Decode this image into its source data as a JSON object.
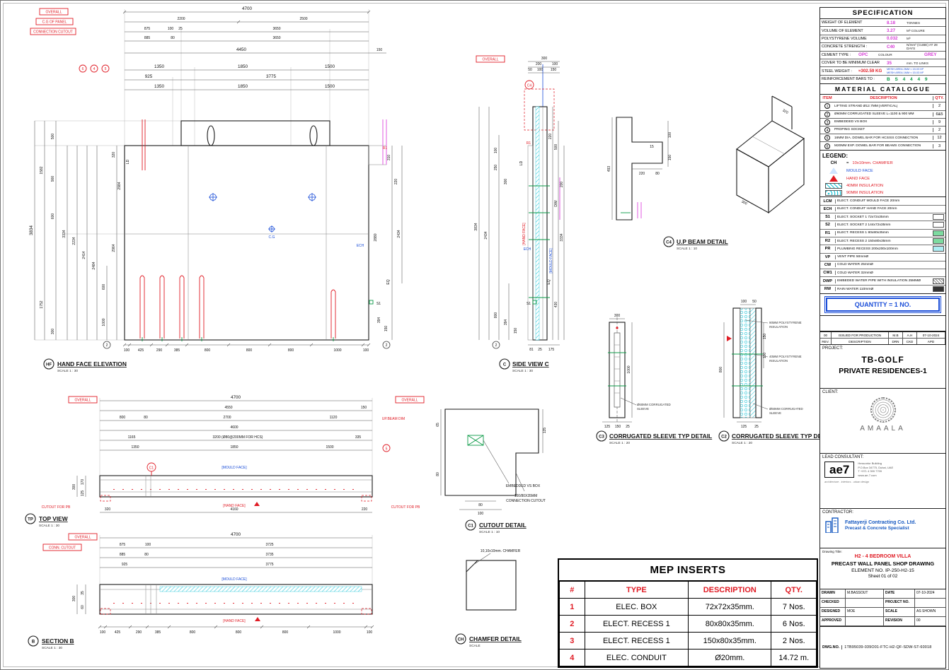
{
  "v": {
    "hf": {
      "tag": "HF",
      "title": "HAND FACE ELEVATION",
      "scale": "SCALE 1 : 30",
      "overall": "OVERALL",
      "cg_panel": "C.G OF PANEL",
      "conn": "CONNECTION CUTOUT",
      "top": [
        "4700",
        "2200",
        "2500",
        "875",
        "100",
        "25",
        "3650",
        "885",
        "80",
        "3650",
        "4450",
        "150",
        "1350",
        "1850",
        "1500",
        "925",
        "3775",
        "1350",
        "1850",
        "1500"
      ],
      "left": [
        "3834",
        "1582",
        "1752",
        "500",
        "900",
        "600",
        "3334",
        "2234",
        "2414",
        "2484",
        "600",
        "1000",
        "2964",
        "2984",
        "300",
        "320"
      ],
      "right": [
        "310",
        "220",
        "2434",
        "2880",
        "394",
        "150"
      ],
      "bottom": [
        "100",
        "425",
        "290",
        "385",
        "800",
        "800",
        "800",
        "1000",
        "100"
      ],
      "lbl": {
        "cg": "C.G",
        "ld": "LD",
        "r1": "R1",
        "ech": "ECH",
        "s1": "S1",
        "eq": "EQ"
      },
      "mk": [
        "6",
        "4",
        "5",
        "2",
        "2"
      ]
    },
    "c": {
      "tag": "C",
      "title": "SIDE VIEW C",
      "scale": "SCALE 1 : 30",
      "overall": "OVERALL",
      "marker": "C4",
      "top": [
        "300",
        "200",
        "100",
        "50",
        "100",
        "150"
      ],
      "left": [
        "3834",
        "2434",
        "100",
        "250",
        "300",
        "800",
        "394",
        "150"
      ],
      "right": [
        "220",
        "500",
        "DIM",
        "3334",
        "430",
        "200"
      ],
      "bottom": [
        "81",
        "25",
        "175"
      ],
      "hand": "[HAND FACE]",
      "mould": "[MOULD FACE]",
      "lbl": {
        "r1": "R1",
        "ech": "ECH",
        "s1": "S1",
        "ld": "LD",
        "eq": "EQ"
      },
      "mk": "2"
    },
    "c4": {
      "tag": "C4",
      "title": "U.P BEAM DETAIL",
      "scale": "SCALE 1 : 10",
      "dims": [
        "493",
        "220",
        "80",
        "15",
        "100",
        "150",
        "320",
        "300"
      ]
    },
    "c3": {
      "tag": "C3",
      "title": "CORRUGATED SLEEVE TYP DETAIL",
      "scale": "SCALE 1 : 20",
      "dims": [
        "300",
        "1000",
        "125",
        "150",
        "25"
      ],
      "label_a": "Ø60MM CORRUGATED",
      "label_b": "SLEEVE"
    },
    "c2": {
      "tag": "C2",
      "title": "CORRUGATED SLEEVE TYP DETAIL",
      "scale": "SCALE 1 : 20",
      "dims": [
        "100",
        "50",
        "800",
        "150",
        "100",
        "125",
        "25"
      ],
      "l90a": "90MM POLYSTYRENE",
      "l90b": "INSULATION",
      "l40a": "40MM POLYSTYRENE",
      "l40b": "INSULATION",
      "lsla": "Ø60MM CORRUGATED",
      "lslb": "SLEEVE"
    },
    "tp": {
      "tag": "TP",
      "title": "TOP VIEW",
      "scale": "SCALE 1 : 30",
      "overall": "OVERALL",
      "upbeam": "UP.BEAM DIM",
      "top": [
        "4700",
        "4550",
        "150",
        "800",
        "80",
        "2700",
        "1120",
        "4600",
        "1165",
        "3200 (Ø80@200MM FOR HCS)",
        "335",
        "1350",
        "1850",
        "1500"
      ],
      "left": [
        "300",
        "170",
        "125"
      ],
      "bottom": [
        "320",
        "4160",
        "220"
      ],
      "hand": "[HAND FACE]",
      "mould": "[MOULD FACE]",
      "cutout": "CUTOUT FOR PB",
      "c1": "C1",
      "mk": "5"
    },
    "b": {
      "tag": "B",
      "title": "SECTION B",
      "scale": "SCALE 1 : 30",
      "overall": "OVERALL",
      "conn": "CONN. CUTOUT",
      "top": [
        "4700",
        "875",
        "100",
        "3725",
        "885",
        "80",
        "3735",
        "925",
        "3775"
      ],
      "left": [
        "300",
        "35",
        "60"
      ],
      "bottom": [
        "100",
        "425",
        "290",
        "385",
        "800",
        "800",
        "800",
        "1000",
        "100"
      ],
      "hand": "[HAND FACE]",
      "mould": "[MOULD FACE]"
    },
    "c1": {
      "tag": "C1",
      "title": "CUTOUT DETAIL",
      "scale": "SCALE 1 : 10",
      "dims": [
        "65",
        "80",
        "135",
        "80",
        "100"
      ],
      "box": "EMBEDDED VS BOX",
      "cut_a": "100/80X35MM",
      "cut_b": "CONNECTION CUTOUT"
    },
    "ch": {
      "tag": "CH",
      "title": "CHAMFER DETAIL",
      "scale": "SCALE",
      "label": "10,10x10mm. CHAMFER"
    }
  },
  "spec": {
    "title": "SPECIFICATION",
    "r1l": "WEIGHT OF ELEMENT",
    "r1v": "8.18",
    "r1u": "TONNES",
    "r2l": "VOLUME OF ELEMENT",
    "r2v": "3.27",
    "r2u": "M³  COLURE",
    "r3l": "POLYSTYRENE VOLUME",
    "r3v": "0.032",
    "r3u": "M³",
    "r4l": "CONCRETE STRENGTH :",
    "r4v": "C40",
    "r4u": "N/mm² (CUBE) AT 28 DAYS",
    "r5l": "CEMENT TYPE :",
    "r5v": "OPC",
    "r5l2": "COLOUR",
    "r5v2": "GREY",
    "r6l": "COVER TO BE MINIMUM CLEAR",
    "r6v": "35",
    "r6u": "mm. TO LINKS",
    "r7l": "STEEL WEIGHT :",
    "r7v": "≈302.59 KG",
    "r7a": "MESH AREA 2MM ≈ 15.03 M²",
    "r7b": "MESH AREA 1MM ≈ 15.03 M²",
    "r8l": "REINFORCEMENT BARS TO :",
    "r8v": "B S 4 4 4 9"
  },
  "material": {
    "title": "MATERIAL CATALOGUE",
    "h_item": "ITEM",
    "h_desc": "DESCRIPTION",
    "h_qty": "QTY.",
    "rows": [
      {
        "item": "1",
        "desc": "LIFTING STRAND Ø12.7MM [VERTICAL]",
        "qty": "2"
      },
      {
        "item": "2",
        "desc": "Ø60MM CORRUGATED SLEEVE L=1100 & 900 MM",
        "qty": "6&5"
      },
      {
        "item": "3",
        "desc": "EMBEDDED VS BOX",
        "qty": "9"
      },
      {
        "item": "4",
        "desc": "PROPING SOCKET",
        "qty": "2"
      },
      {
        "item": "5",
        "desc": "16MM DIA. DOWEL BAR FOR HCS/SS CONNECTION",
        "qty": "12"
      },
      {
        "item": "6",
        "desc": "M20MM EXP. DOWEL BAR FOR BEAMS CONNECTION",
        "qty": "3"
      }
    ]
  },
  "legend": {
    "title": "LEGEND:",
    "chamfer_code": "CH",
    "chamfer_dash": "=",
    "chamfer_desc": "10x10mm. CHAMFER",
    "mould": "MOULD FACE",
    "hand": "HAND FACE",
    "ins40": "40MM INSULATION",
    "ins90": "90MM INSULATION",
    "codes": [
      {
        "code": "LCM",
        "desc": "ELECT. CONDUIT MOULD FACE 20mm"
      },
      {
        "code": "ECH",
        "desc": "ELECT. CONDUIT HAND FACE 20mm"
      },
      {
        "code": "S1",
        "desc": "ELECT. SOCKET 1 72x72x35mm"
      },
      {
        "code": "S2",
        "desc": "ELECT. SOCKET 2 144x72x35mm"
      },
      {
        "code": "R1",
        "desc": "ELECT. RECESS 1 80x80x35mm"
      },
      {
        "code": "R2",
        "desc": "ELECT. RECESS 2 150x80x35mm"
      },
      {
        "code": "PR",
        "desc": "PLUMBING RECESS 200x200x100mm"
      },
      {
        "code": "VP",
        "desc": "VENT PIPE 50mmØ"
      },
      {
        "code": "CW",
        "desc": "COLD WATER 25mmØ"
      },
      {
        "code": "CW1",
        "desc": "COLD WATER 32mmØ"
      },
      {
        "code": "DWP",
        "desc": "EMBEDED WATER PIPE WITH INSULATION 25MMØ"
      },
      {
        "code": "RW",
        "desc": "RAIN WATER 110mmØ"
      }
    ]
  },
  "qty": "QUANTITY = 1 NO.",
  "rev": {
    "r": "00",
    "d": "ISSUED FOR PRODUCTION",
    "drn": "M.B",
    "ckd": "A.H",
    "date": "07-10-2024",
    "h1": "REV.",
    "h2": "DESCRIPTION",
    "h3": "DRN",
    "h4": "CKD",
    "h5": "APD"
  },
  "project": {
    "label": "PROJECT:",
    "l1": "TB-GOLF",
    "l2": "PRIVATE RESIDENCES-1"
  },
  "client": {
    "label": "CLIENT:",
    "name": "AMAALA"
  },
  "consultant": {
    "label": "LEAD CONSULTANT:",
    "logo": "ae7",
    "a1": "Hessontor Building",
    "a2": "P.O.Box 34775, Dubai, UAE",
    "a3": "T +971 4 399 7799",
    "a4": "www.ae-7.com",
    "tag": "architecture . interiors . urban design"
  },
  "contractor": {
    "label": "CONTRACTOR:",
    "name": "Fattayerji Contracting Co. Ltd.",
    "sub": "Precast & Concrete Specialist"
  },
  "titleblock": {
    "label": "Drawing Title:",
    "villa": "H2 - 4 BEDROOM VILLA",
    "l1": "PRECAST WALL PANEL SHOP DRAWING",
    "l2": "ELEMENT NO. IP-250-H2-15",
    "l3": "Sheet 01 of 02"
  },
  "signoff": {
    "l1": "DRAWN",
    "v1": "M.BASSOUT",
    "l2": "DATE",
    "v2": "07-10-2024",
    "l3": "CHECKED",
    "v3": "",
    "l4": "PROJECT NO.",
    "v4": "",
    "l5": "DESIGNED",
    "v5": "MOE",
    "l6": "SCALE",
    "v6": "AS SHOWN",
    "l7": "APPROVED",
    "v7": "",
    "l8": "REVISION",
    "v8": "00"
  },
  "dwg": {
    "label": "DWG.NO.",
    "value": "1TB95039-039O01-FTC-H2-QF-SDW-ST-60018"
  },
  "mep": {
    "title": "MEP INSERTS",
    "h": [
      "#",
      "TYPE",
      "DESCRIPTION",
      "QTY."
    ],
    "rows": [
      [
        "1",
        "ELEC. BOX",
        "72x72x35mm.",
        "7 Nos."
      ],
      [
        "2",
        "ELECT. RECESS 1",
        "80x80x35mm.",
        "6 Nos."
      ],
      [
        "3",
        "ELECT. RECESS 1",
        "150x80x35mm.",
        "2 Nos."
      ],
      [
        "4",
        "ELEC. CONDUIT",
        "Ø20mm.",
        "14.72 m."
      ]
    ]
  }
}
